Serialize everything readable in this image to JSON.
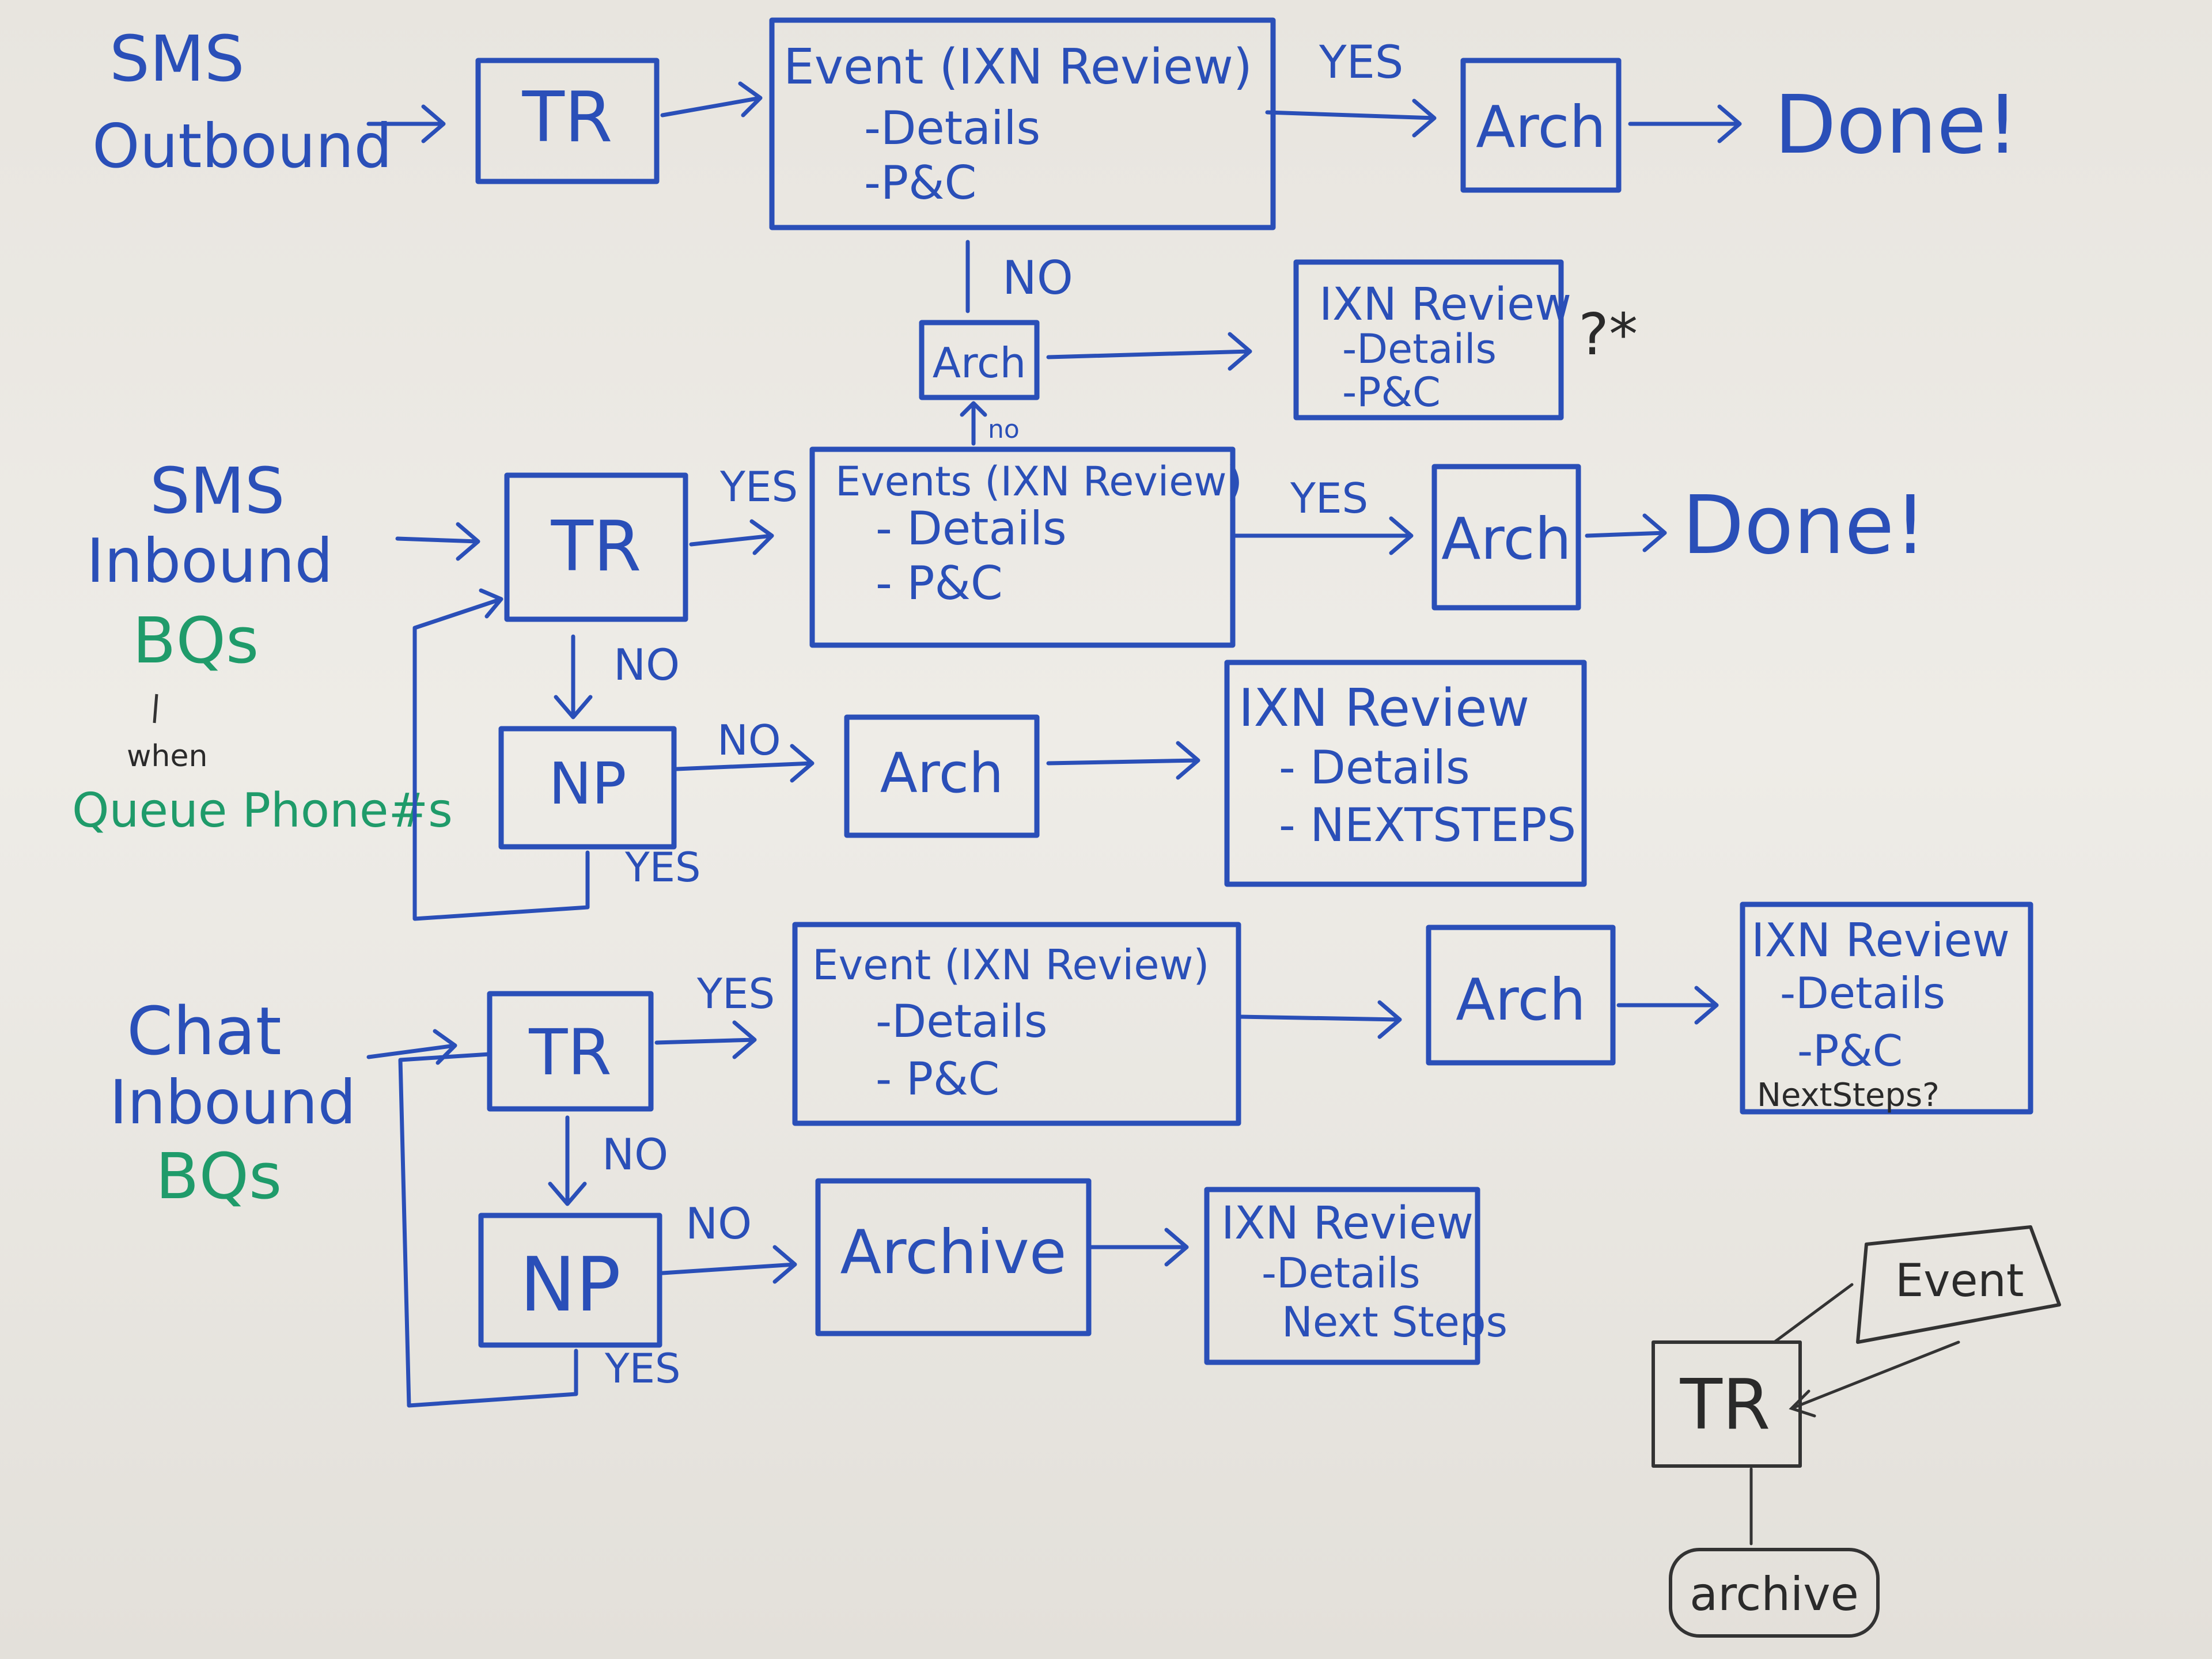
{
  "row1": {
    "source_line1": "SMS",
    "source_line2": "Outbound",
    "tr": "TR",
    "event_title": "Event (IXN Review)",
    "event_item1": "-Details",
    "event_item2": "-P&C",
    "yes": "YES",
    "arch": "Arch",
    "done": "Done!",
    "no": "NO"
  },
  "row1b": {
    "arch": "Arch",
    "review_title": "IXN Review",
    "review_item1": "-Details",
    "review_item2": "-P&C",
    "note": "?*",
    "no_small": "no"
  },
  "row2": {
    "source_line1": "SMS",
    "source_line2": "Inbound",
    "source_line3": "BQs",
    "when": "when",
    "queue": "Queue Phone#s",
    "tr": "TR",
    "yes1": "YES",
    "event_title": "Events (IXN Review)",
    "event_item1": "- Details",
    "event_item2": "- P&C",
    "yes2": "YES",
    "arch": "Arch",
    "done": "Done!",
    "no1": "NO",
    "np": "NP",
    "no2": "NO",
    "arch2": "Arch",
    "yes3": "YES",
    "review_title": "IXN Review",
    "review_item1": "- Details",
    "review_item2": "- NEXTSTEPS"
  },
  "row3": {
    "source_line1": "Chat",
    "source_line2": "Inbound",
    "source_line3": "BQs",
    "tr": "TR",
    "yes1": "YES",
    "event_title": "Event (IXN Review)",
    "event_item1": "-Details",
    "event_item2": "- P&C",
    "arch": "Arch",
    "review_title": "IXN Review",
    "review_item1": "-Details",
    "review_item2": "-P&C",
    "review_item3": "NextSteps?",
    "no1": "NO",
    "np": "NP",
    "no2": "NO",
    "archive": "Archive",
    "yes2": "YES",
    "review2_title": "IXN Review",
    "review2_item1": "-Details",
    "review2_item2": "Next Steps"
  },
  "legend": {
    "event": "Event",
    "tr": "TR",
    "archive": "archive"
  }
}
